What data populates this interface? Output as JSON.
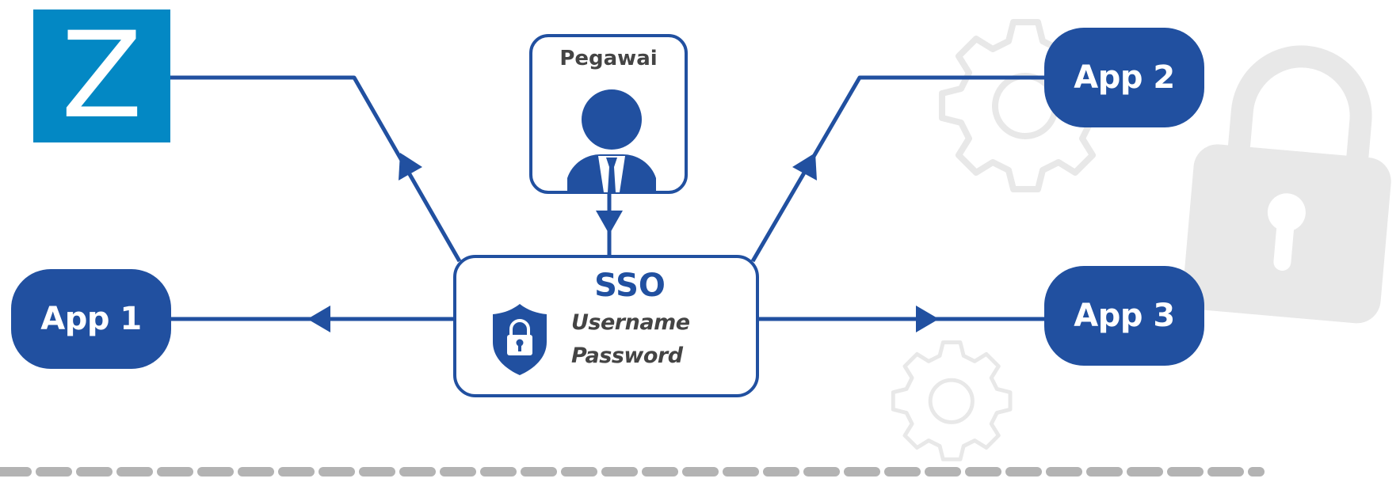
{
  "logo": {
    "letter": "Z",
    "color": "#0388c4"
  },
  "employee": {
    "label": "Pegawai",
    "icon": "employee-icon"
  },
  "sso": {
    "title": "SSO",
    "fields": [
      "Username",
      "Password"
    ],
    "icon": "shield-lock-icon"
  },
  "apps": [
    {
      "label": "App 1"
    },
    {
      "label": "App 2"
    },
    {
      "label": "App 3"
    }
  ],
  "colors": {
    "primary": "#2150a0",
    "logo_blue": "#0388c4",
    "text_gray": "#444444",
    "decor_gray": "#e8e8e8",
    "dash_gray": "#b3b3b3"
  },
  "decorations": [
    "gear-icon",
    "padlock-icon",
    "gear-icon"
  ]
}
